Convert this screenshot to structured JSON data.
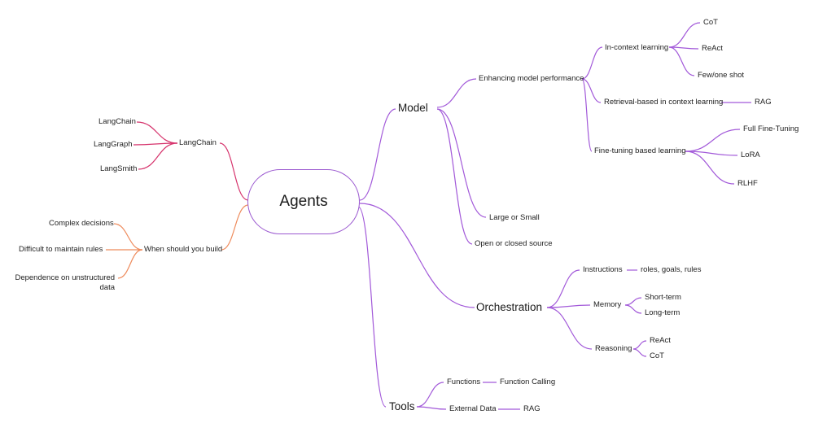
{
  "root": "Agents",
  "colors": {
    "purple": "#a259d9",
    "magenta": "#d6336c",
    "orange": "#ee8a5b"
  },
  "right": {
    "model": {
      "label": "Model",
      "enhancing": {
        "label": "Enhancing model performance",
        "in_context": {
          "label": "In-context learning",
          "children": [
            "CoT",
            "ReAct",
            "Few/one shot"
          ]
        },
        "retrieval": {
          "label": "Retrieval-based in context learning",
          "child": "RAG"
        },
        "fine_tuning": {
          "label": "Fine-tuning based learning",
          "children": [
            "Full Fine-Tuning",
            "LoRA",
            "RLHF"
          ]
        }
      },
      "large_small": "Large or Small",
      "open_closed": "Open or closed source"
    },
    "orchestration": {
      "label": "Orchestration",
      "instructions": {
        "label": "Instructions",
        "child": "roles, goals, rules"
      },
      "memory": {
        "label": "Memory",
        "children": [
          "Short-term",
          "Long-term"
        ]
      },
      "reasoning": {
        "label": "Reasoning",
        "children": [
          "ReAct",
          "CoT"
        ]
      }
    },
    "tools": {
      "label": "Tools",
      "functions": {
        "label": "Functions",
        "child": "Function Calling"
      },
      "external": {
        "label": "External Data",
        "child": "RAG"
      }
    }
  },
  "left": {
    "langchain": {
      "label": "LangChain",
      "children": [
        "LangChain",
        "LangGraph",
        "LangSmith"
      ]
    },
    "when": {
      "label": "When should you build",
      "children": [
        "Complex decisions",
        "Difficult to maintain rules"
      ],
      "dependence": {
        "line1": "Dependence on unstructured",
        "line2": "data"
      }
    }
  }
}
